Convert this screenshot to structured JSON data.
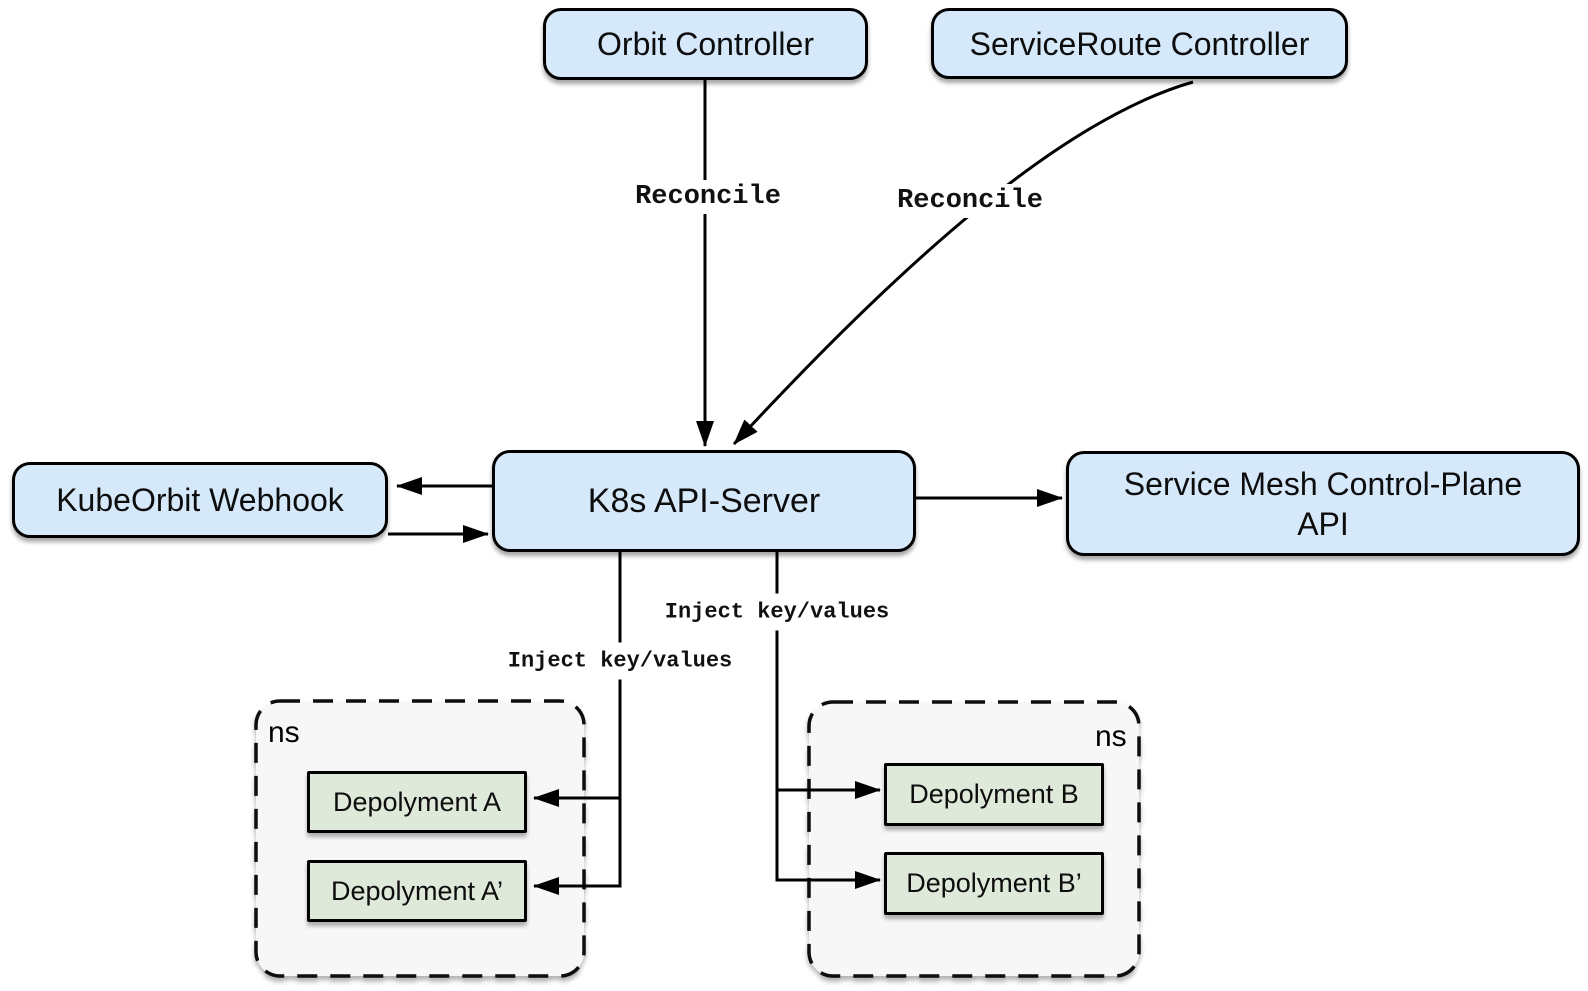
{
  "diagram": {
    "nodes": {
      "orbit_controller": {
        "label": "Orbit Controller"
      },
      "serviceroute_controller": {
        "label": "ServiceRoute Controller"
      },
      "k8s_api_server": {
        "label": "K8s API-Server"
      },
      "kubeorbit_webhook": {
        "label": "KubeOrbit Webhook"
      },
      "service_mesh_api": {
        "label": "Service Mesh Control-Plane API"
      },
      "deployment_a": {
        "label": "Depolyment A"
      },
      "deployment_a_prime": {
        "label": "Depolyment A’"
      },
      "deployment_b": {
        "label": "Depolyment B"
      },
      "deployment_b_prime": {
        "label": "Depolyment B’"
      },
      "namespace_left": {
        "label": "ns"
      },
      "namespace_right": {
        "label": "ns"
      }
    },
    "edge_labels": {
      "reconcile_orbit": "Reconcile",
      "reconcile_serviceroute": "Reconcile",
      "inject_left": "Inject key/values",
      "inject_right": "Inject key/values"
    },
    "colors": {
      "controller_fill": "#d6e9fb",
      "deployment_fill": "#dfe9d9",
      "namespace_fill": "#f7f7f7",
      "line": "#000000"
    }
  }
}
